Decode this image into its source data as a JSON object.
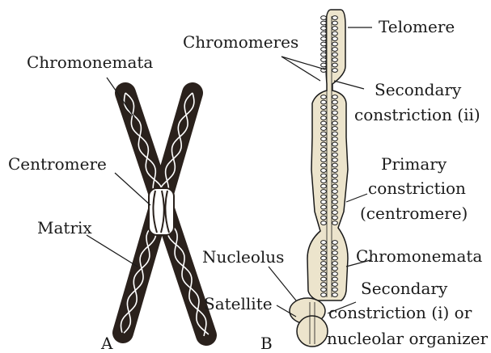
{
  "figure_a": {
    "caption": "A",
    "labels": {
      "chromonemata": "Chromonemata",
      "centromere": "Centromere",
      "matrix": "Matrix"
    }
  },
  "figure_b": {
    "caption": "B",
    "labels": {
      "telomere": "Telomere",
      "chromomeres": "Chromomeres",
      "secondary_constriction_ii_line1": "Secondary",
      "secondary_constriction_ii_line2": "constriction (ii)",
      "primary_line1": "Primary",
      "primary_line2": "constriction",
      "primary_line3": "(centromere)",
      "chromonemata": "Chromonemata",
      "nucleolus": "Nucleolus",
      "secondary_constriction_i_line1": "Secondary",
      "secondary_constriction_i_line2": "constriction (i) or",
      "secondary_constriction_i_line3": "nucleolar organizer",
      "satellite": "Satellite"
    }
  },
  "colors": {
    "chromatid_fill": "#2a211c",
    "strand_color": "#ffffff",
    "chromosome_b_fill": "#ece4cc",
    "outline": "#1a1a1a"
  }
}
